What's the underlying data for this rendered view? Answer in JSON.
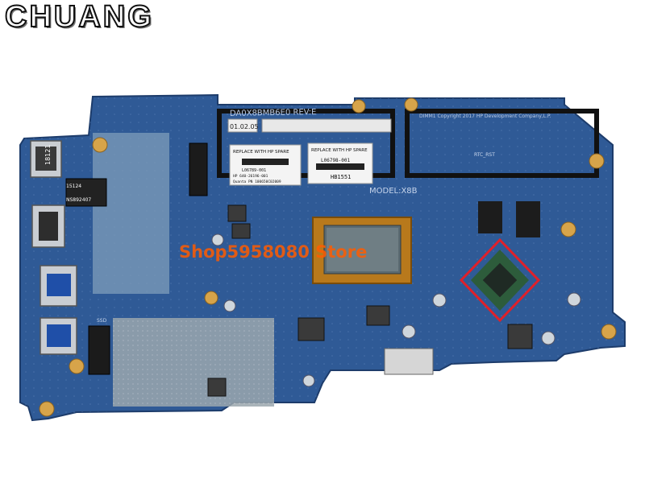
{
  "brand": "CHUANG",
  "watermark": "Shop5958080 Store",
  "board": {
    "silk_top": "DA0X8BMB6E0 REV:E",
    "silk_copyright": "DIMM1 Copyright 2017 HP Development Company,L.P.",
    "silk_model": "MODEL:X8B",
    "bios_label": "01.02.05",
    "port_label_1": "18121",
    "port_label_2": "15124",
    "ic_label": "NS892407",
    "rtc_label": "RTC_RST",
    "ssd_label": "SSD"
  },
  "sticker_left": {
    "title": "REPLACE WITH HP SPARE",
    "part": "L06789-001",
    "line2": "HP 640-26196-001",
    "line3": "Quanta PN 100650C02009"
  },
  "sticker_right": {
    "title": "REPLACE WITH HP SPARE",
    "part": "L06798-001",
    "serial": "HB1551"
  },
  "colors": {
    "pcb": "#2f5a96",
    "pcb_dark": "#244a80",
    "shield": "#9aa3a9",
    "gpu_frame": "#e0202a"
  }
}
